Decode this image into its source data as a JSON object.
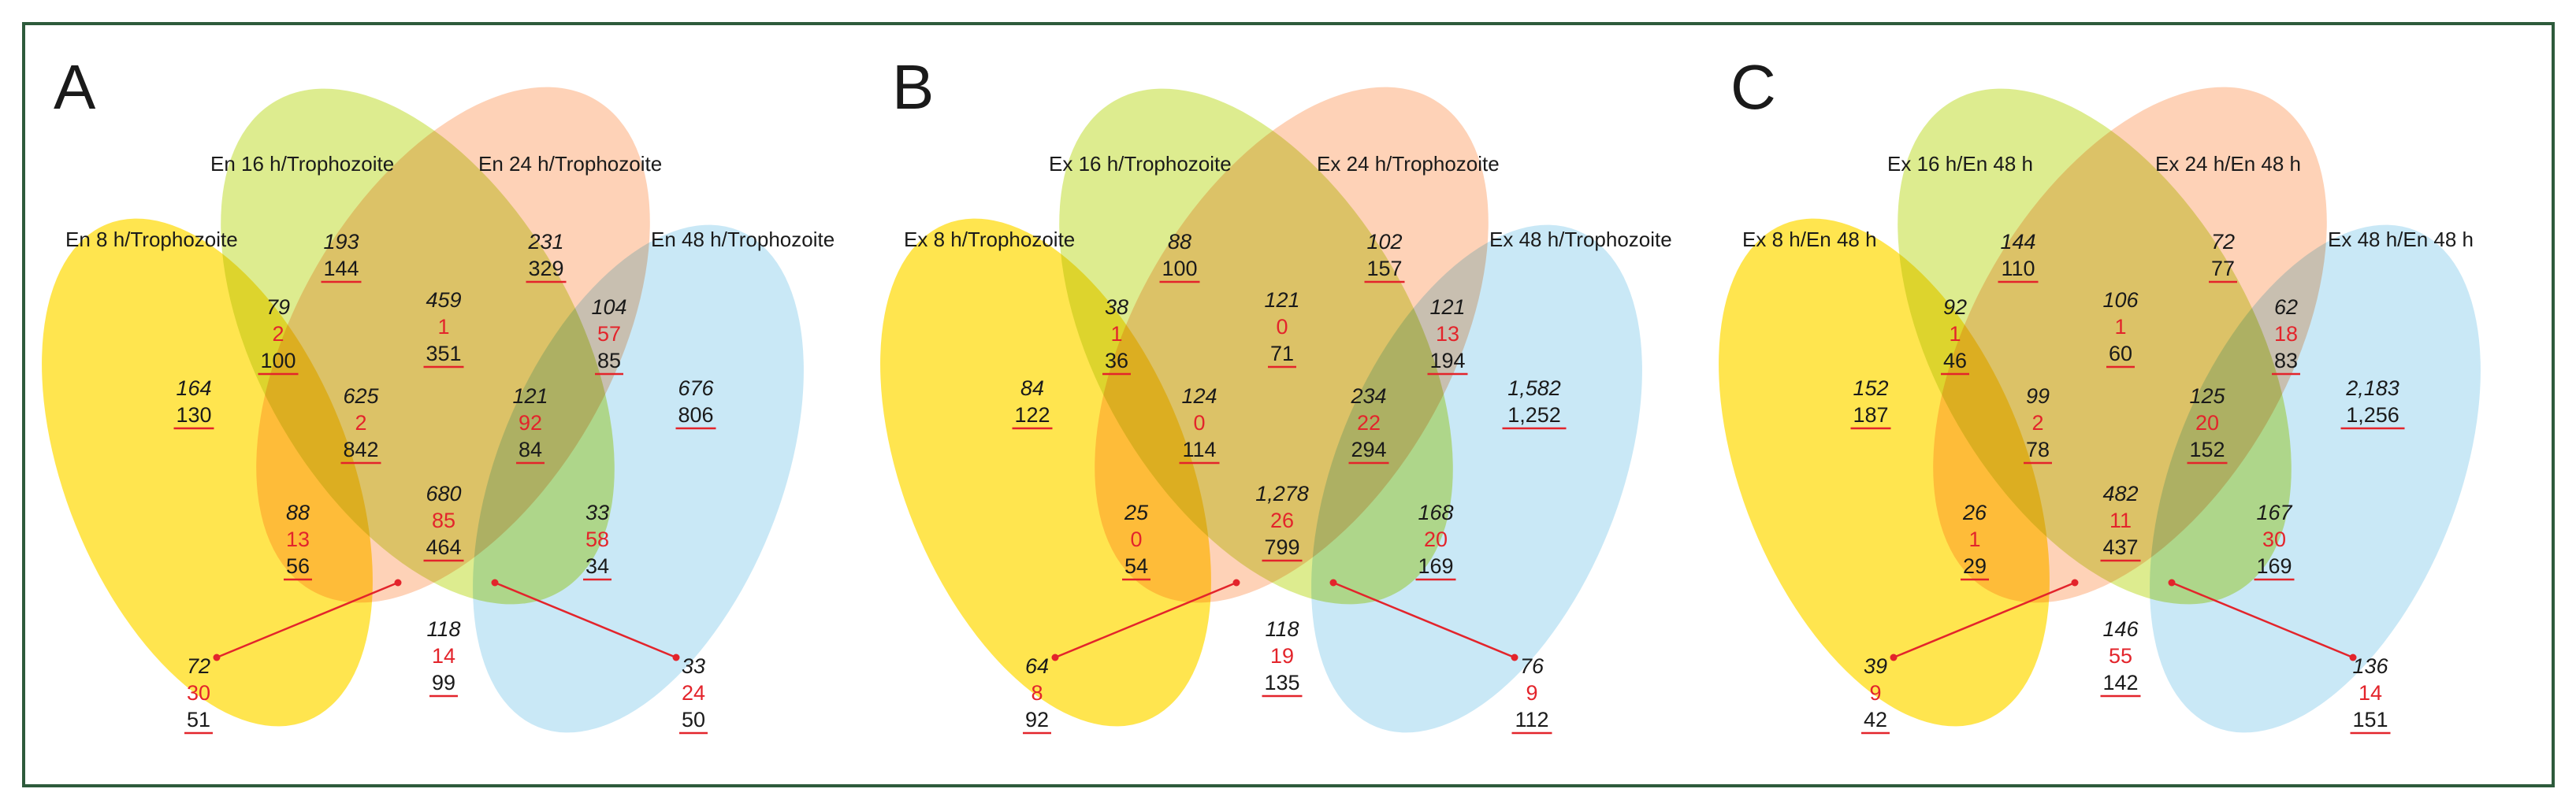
{
  "colors": {
    "yellow": "#ffe030",
    "green": "#c8e04a",
    "orange": "#fdb78a",
    "blue": "#a8daf0",
    "red": "#e3242b",
    "text": "#1a1a1a",
    "frame": "#2e5b3c"
  },
  "panels": [
    {
      "letter": "A",
      "labels": [
        "En 8 h/Trophozoite",
        "En 16 h/Trophozoite",
        "En 24 h/Trophozoite",
        "En 48 h/Trophozoite"
      ],
      "regions": {
        "y": [
          "164",
          "",
          "130"
        ],
        "g": [
          "193",
          "",
          "144"
        ],
        "o": [
          "231",
          "",
          "329"
        ],
        "b": [
          "676",
          "",
          "806"
        ],
        "yg": [
          "79",
          "2",
          "100"
        ],
        "go": [
          "459",
          "1",
          "351"
        ],
        "ob": [
          "104",
          "57",
          "85"
        ],
        "yo": [
          "625",
          "2",
          "842"
        ],
        "gb": [
          "121",
          "92",
          "84"
        ],
        "ygo": [
          "88",
          "13",
          "56"
        ],
        "ygob": [
          "680",
          "85",
          "464"
        ],
        "gob": [
          "33",
          "58",
          "34"
        ],
        "yb": [
          "118",
          "14",
          "99"
        ],
        "ygb": [
          "72",
          "30",
          "51"
        ],
        "yob": [
          "33",
          "24",
          "50"
        ]
      }
    },
    {
      "letter": "B",
      "labels": [
        "Ex 8 h/Trophozoite",
        "Ex 16 h/Trophozoite",
        "Ex 24 h/Trophozoite",
        "Ex 48 h/Trophozoite"
      ],
      "regions": {
        "y": [
          "84",
          "",
          "122"
        ],
        "g": [
          "88",
          "",
          "100"
        ],
        "o": [
          "102",
          "",
          "157"
        ],
        "b": [
          "1,582",
          "",
          "1,252"
        ],
        "yg": [
          "38",
          "1",
          "36"
        ],
        "go": [
          "121",
          "0",
          "71"
        ],
        "ob": [
          "121",
          "13",
          "194"
        ],
        "yo": [
          "124",
          "0",
          "114"
        ],
        "gb": [
          "234",
          "22",
          "294"
        ],
        "ygo": [
          "25",
          "0",
          "54"
        ],
        "ygob": [
          "1,278",
          "26",
          "799"
        ],
        "gob": [
          "168",
          "20",
          "169"
        ],
        "yb": [
          "118",
          "19",
          "135"
        ],
        "ygb": [
          "64",
          "8",
          "92"
        ],
        "yob": [
          "76",
          "9",
          "112"
        ]
      }
    },
    {
      "letter": "C",
      "labels": [
        "Ex 8 h/En 48 h",
        "Ex 16 h/En 48 h",
        "Ex 24 h/En 48 h",
        "Ex 48 h/En 48 h"
      ],
      "regions": {
        "y": [
          "152",
          "",
          "187"
        ],
        "g": [
          "144",
          "",
          "110"
        ],
        "o": [
          "72",
          "",
          "77"
        ],
        "b": [
          "2,183",
          "",
          "1,256"
        ],
        "yg": [
          "92",
          "1",
          "46"
        ],
        "go": [
          "106",
          "1",
          "60"
        ],
        "ob": [
          "62",
          "18",
          "83"
        ],
        "yo": [
          "99",
          "2",
          "78"
        ],
        "gb": [
          "125",
          "20",
          "152"
        ],
        "ygo": [
          "26",
          "1",
          "29"
        ],
        "ygob": [
          "482",
          "11",
          "437"
        ],
        "gob": [
          "167",
          "30",
          "169"
        ],
        "yb": [
          "146",
          "55",
          "142"
        ],
        "ygb": [
          "39",
          "9",
          "42"
        ],
        "yob": [
          "136",
          "14",
          "151"
        ]
      }
    }
  ]
}
